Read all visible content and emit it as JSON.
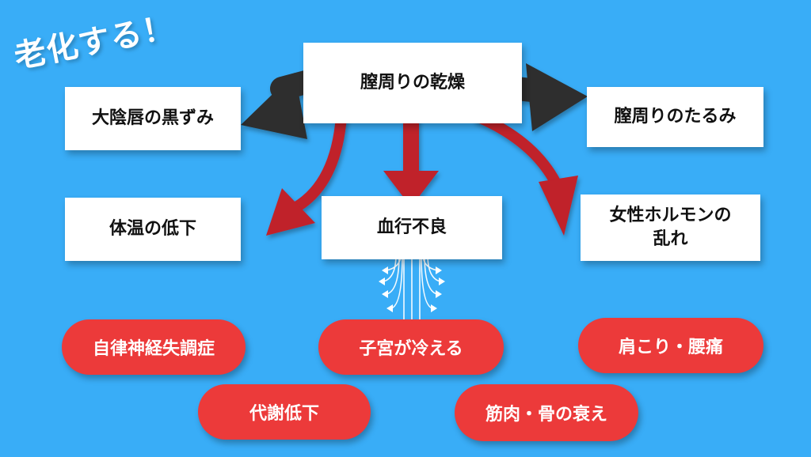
{
  "corner_label": "老化する！",
  "nodes": {
    "center": "膣周りの乾燥",
    "top_left": "大陰唇の黒ずみ",
    "top_right": "膣周りのたるみ",
    "mid_left": "体温の低下",
    "mid_center": "血行不良",
    "mid_right_line1": "女性ホルモンの",
    "mid_right_line2": "乱れ"
  },
  "effects": {
    "autonomic": "自律神経失調症",
    "uterus": "子宮が冷える",
    "shoulder": "肩こり・腰痛",
    "metabolism": "代謝低下",
    "muscle_bone": "筋肉・骨の衰え"
  },
  "colors": {
    "background": "#39adf7",
    "box": "#ffffff",
    "pill": "#ec3a3a",
    "arrow_dark": "#2f2f2f",
    "arrow_red": "#c0202c"
  }
}
